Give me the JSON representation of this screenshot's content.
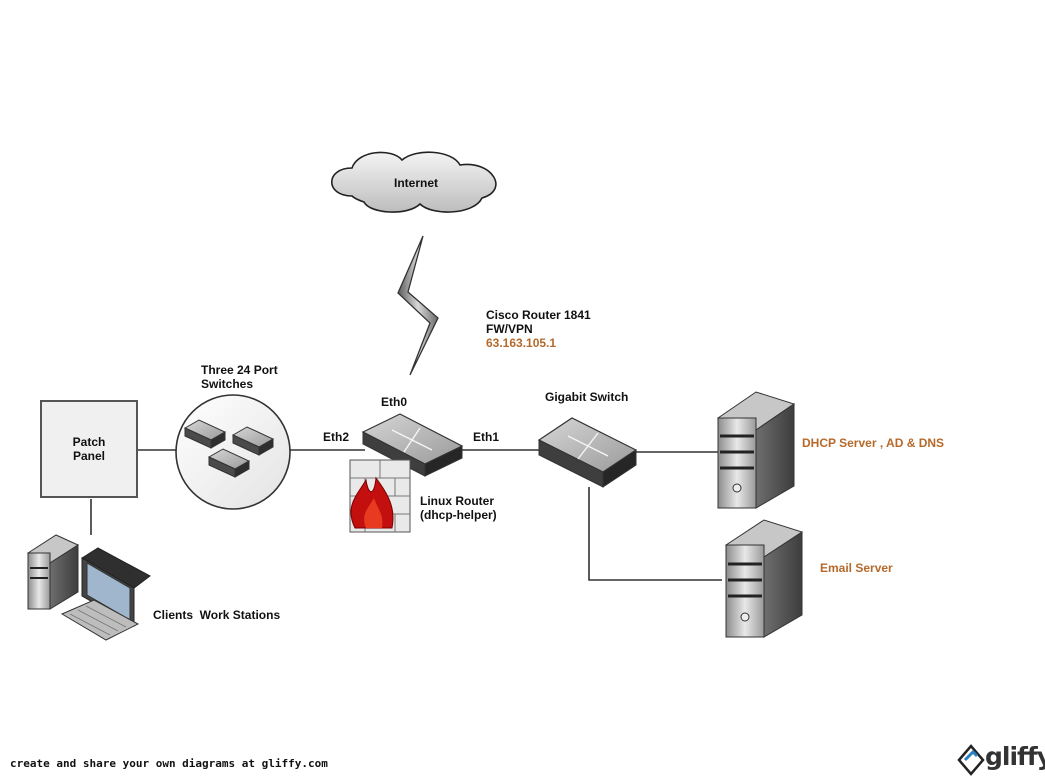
{
  "labels": {
    "internet": "Internet",
    "cisco_line1": "Cisco Router 1841",
    "cisco_line2": "FW/VPN",
    "cisco_ip": "63.163.105.1",
    "switches_line1": "Three 24 Port",
    "switches_line2": "Switches",
    "eth0": "Eth0",
    "eth1": "Eth1",
    "eth2": "Eth2",
    "gigabit_switch": "Gigabit Switch",
    "patch_panel_line1": "Patch",
    "patch_panel_line2": "Panel",
    "linux_router_line1": "Linux Router",
    "linux_router_line2": "(dhcp-helper)",
    "dhcp_server": "DHCP Server , AD & DNS",
    "email_server": "Email Server",
    "clients": "Clients  Work Stations"
  },
  "footer": {
    "text": "create and share your own diagrams at gliffy.com",
    "logo": "gliffy"
  },
  "colors": {
    "accent_text": "#b56a2c",
    "lines": "#333333",
    "logo_blue": "#2a7fc1"
  },
  "icons": [
    "cloud-icon",
    "lightning-link-icon",
    "switch-icon",
    "router-icon",
    "firewall-icon",
    "server-tower-icon",
    "workstation-icon",
    "gliffy-logo-icon"
  ]
}
